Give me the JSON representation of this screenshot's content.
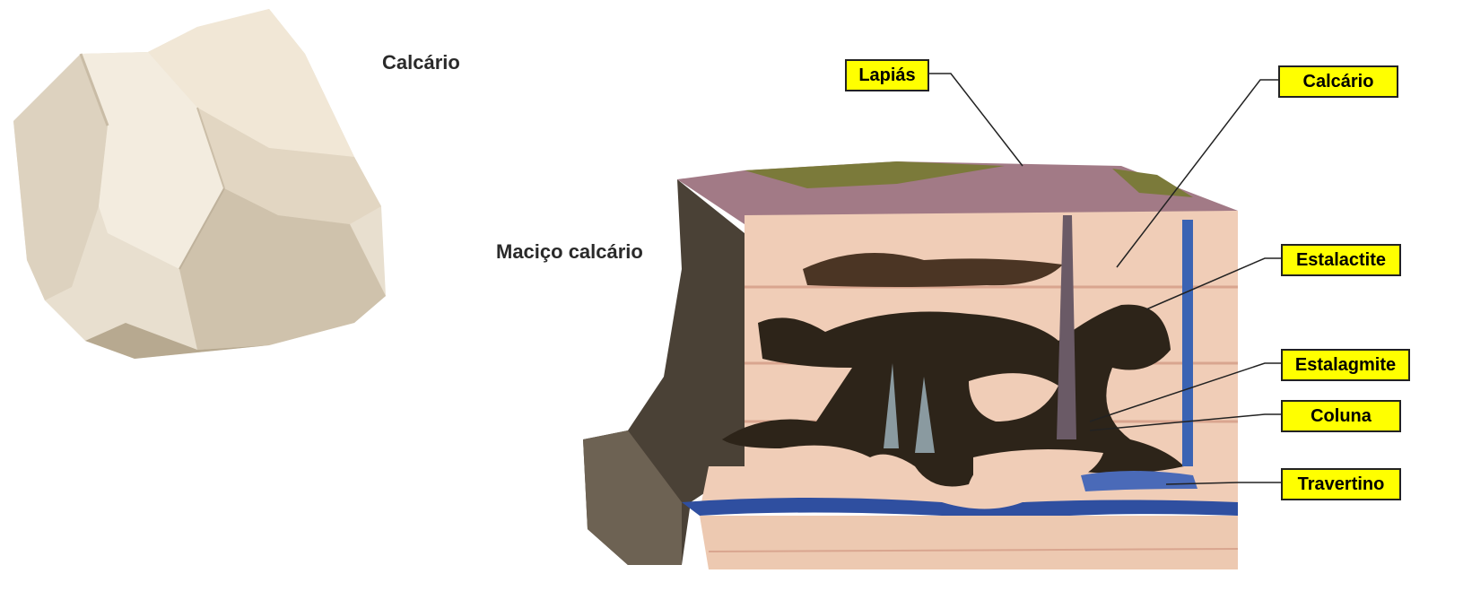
{
  "left": {
    "rock_label": "Calcário"
  },
  "diagram": {
    "massif_label": "Maciço calcário",
    "callouts": [
      {
        "id": "lapias",
        "text": "Lapiás"
      },
      {
        "id": "calcario",
        "text": "Calcário"
      },
      {
        "id": "estalactite",
        "text": "Estalactite"
      },
      {
        "id": "estalagmite",
        "text": "Estalagmite"
      },
      {
        "id": "coluna",
        "text": "Coluna"
      },
      {
        "id": "travertino",
        "text": "Travertino"
      }
    ]
  },
  "colors": {
    "rock_light": "#ebe3d3",
    "rock_shadow": "#c9bca6",
    "limestone": "#f0cdb7",
    "cave_dark": "#2d2419",
    "water": "#2f4fa0",
    "grass": "#7b7a3a",
    "label_bg": "#ffff00"
  }
}
